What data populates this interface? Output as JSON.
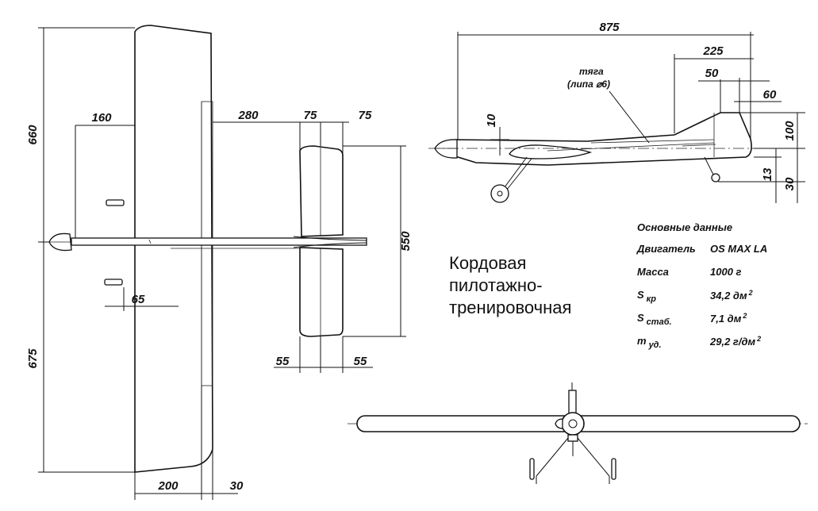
{
  "caption": {
    "line1": "Кордовая",
    "line2": "пилотажно-",
    "line3": "тренировочная"
  },
  "specs": {
    "heading": "Основные данные",
    "rows": [
      {
        "label": "Двигатель",
        "value": "OS MAX LA"
      },
      {
        "label": "Масса",
        "value": "1000 г"
      },
      {
        "label": "S",
        "label_sub": "кр",
        "value": "34,2 дм",
        "value_sup": "2"
      },
      {
        "label": "S",
        "label_sub": "стаб.",
        "value": "7,1 дм",
        "value_sup": "2"
      },
      {
        "label": "m",
        "label_sub": "уд.",
        "value": "29,2 г/дм",
        "value_sup": "2"
      }
    ]
  },
  "plan_view": {
    "dims": {
      "wing_upper_span": "660",
      "wing_lower_span": "675",
      "flap_offset": "160",
      "tail_moment": "280",
      "stab_root": "75",
      "elevator_chord": "75",
      "stab_span": "550",
      "lead_out": "65",
      "stab_tip_left": "55",
      "stab_tip_right": "55",
      "wing_chord": "200",
      "flap_chord": "30"
    }
  },
  "side_view": {
    "dims": {
      "overall_length": "875",
      "fin_base": "225",
      "fin_tip": "50",
      "rudder": "60",
      "nose_height": "10",
      "fin_height": "100",
      "tail_gap": "13",
      "tail_wheel": "30"
    },
    "pushrod_label": "тяга",
    "pushrod_material": "(липа ⌀6)"
  }
}
